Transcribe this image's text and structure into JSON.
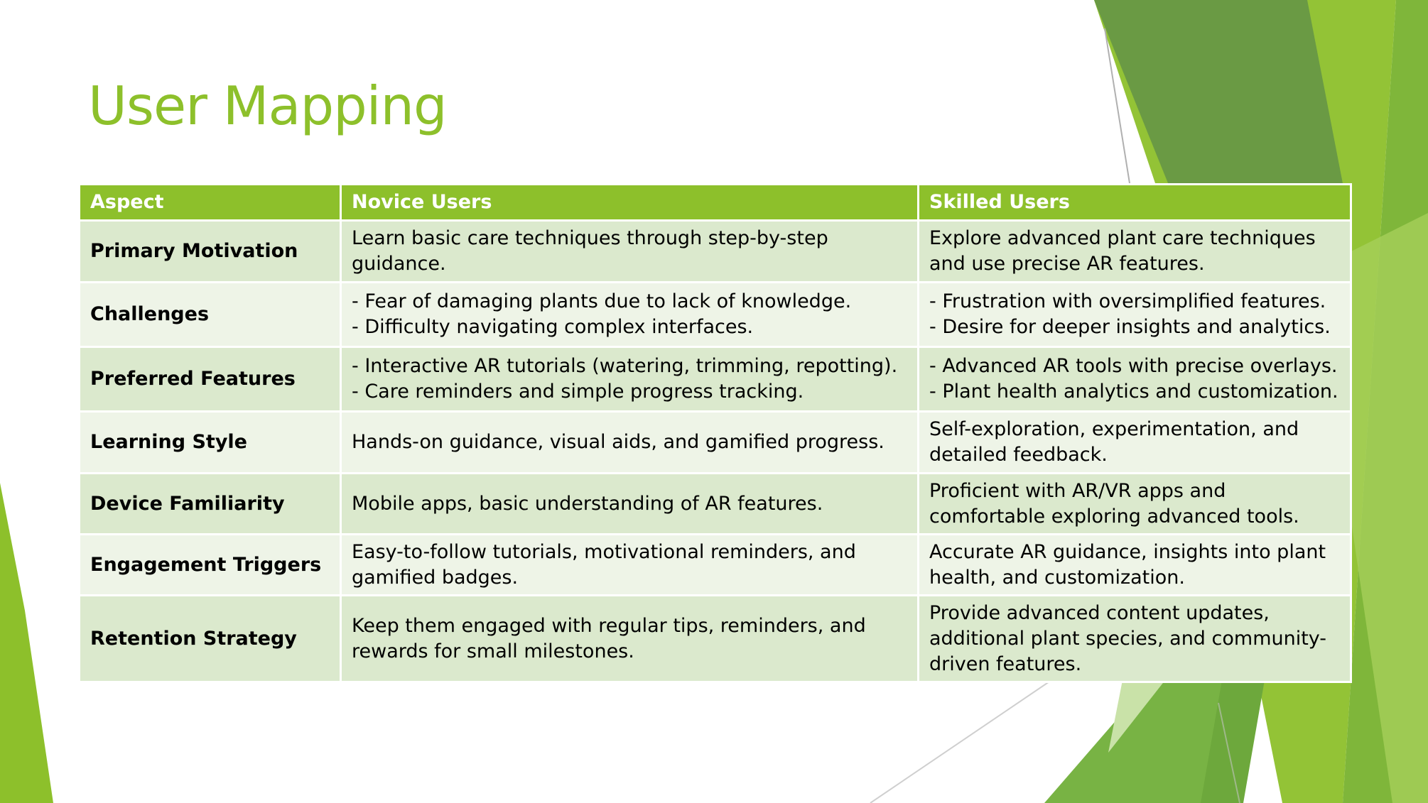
{
  "slide": {
    "title": "User Mapping"
  },
  "colors": {
    "accent": "#8dc02b",
    "row_band": "#dbe9cd",
    "row_plain": "#eef4e7"
  },
  "table": {
    "headers": [
      "Aspect",
      "Novice Users",
      "Skilled Users"
    ],
    "rows": [
      {
        "aspect": "Primary Motivation",
        "novice": "Learn basic care techniques through step-by-step\nguidance.",
        "skilled": "Explore advanced plant care techniques\nand use precise AR features."
      },
      {
        "aspect": "Challenges",
        "novice": "- Fear of damaging plants due to lack of knowledge.\n- Difficulty navigating complex interfaces.",
        "skilled": "- Frustration with oversimplified features.\n- Desire for deeper insights and analytics."
      },
      {
        "aspect": "Preferred Features",
        "novice": "- Interactive AR tutorials (watering, trimming, repotting).\n- Care reminders and simple progress tracking.",
        "skilled": "- Advanced AR tools with precise overlays.\n- Plant health analytics and customization."
      },
      {
        "aspect": "Learning Style",
        "novice": "Hands-on guidance, visual aids, and gamified progress.",
        "skilled": "Self-exploration, experimentation, and\ndetailed feedback."
      },
      {
        "aspect": "Device Familiarity",
        "novice": "Mobile apps, basic understanding of AR features.",
        "skilled": "Proficient with AR/VR apps and\ncomfortable exploring advanced tools."
      },
      {
        "aspect": "Engagement Triggers",
        "novice": "Easy-to-follow tutorials, motivational reminders, and\ngamified badges.",
        "skilled": "Accurate AR guidance, insights into plant\nhealth, and customization."
      },
      {
        "aspect": "Retention Strategy",
        "novice": "Keep them engaged with regular tips, reminders, and\nrewards for small milestones.",
        "skilled": "Provide advanced content updates,\nadditional plant species, and community-\ndriven features."
      }
    ]
  }
}
